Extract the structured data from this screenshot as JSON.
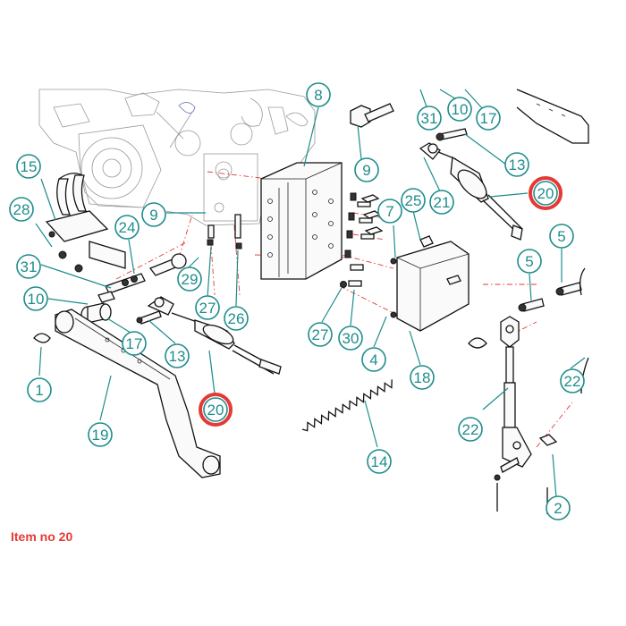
{
  "caption": "Item no 20",
  "highlight_color": "#e53935",
  "callout_color": "#1f8c8c",
  "callouts": [
    {
      "id": "c8",
      "label": "8",
      "highlight": false
    },
    {
      "id": "c31a",
      "label": "31",
      "highlight": false
    },
    {
      "id": "c10a",
      "label": "10",
      "highlight": false
    },
    {
      "id": "c17a",
      "label": "17",
      "highlight": false
    },
    {
      "id": "c15",
      "label": "15",
      "highlight": false
    },
    {
      "id": "c9a",
      "label": "9",
      "highlight": false
    },
    {
      "id": "c13a",
      "label": "13",
      "highlight": false
    },
    {
      "id": "c20a",
      "label": "20",
      "highlight": true
    },
    {
      "id": "c28",
      "label": "28",
      "highlight": false
    },
    {
      "id": "c9b",
      "label": "9",
      "highlight": false
    },
    {
      "id": "c24",
      "label": "24",
      "highlight": false
    },
    {
      "id": "c21",
      "label": "21",
      "highlight": false
    },
    {
      "id": "c25",
      "label": "25",
      "highlight": false
    },
    {
      "id": "c7",
      "label": "7",
      "highlight": false
    },
    {
      "id": "c5a",
      "label": "5",
      "highlight": false
    },
    {
      "id": "c5b",
      "label": "5",
      "highlight": false
    },
    {
      "id": "c31b",
      "label": "31",
      "highlight": false
    },
    {
      "id": "c29",
      "label": "29",
      "highlight": false
    },
    {
      "id": "c10b",
      "label": "10",
      "highlight": false
    },
    {
      "id": "c27a",
      "label": "27",
      "highlight": false
    },
    {
      "id": "c26",
      "label": "26",
      "highlight": false
    },
    {
      "id": "c17b",
      "label": "17",
      "highlight": false
    },
    {
      "id": "c13b",
      "label": "13",
      "highlight": false
    },
    {
      "id": "c27b",
      "label": "27",
      "highlight": false
    },
    {
      "id": "c30",
      "label": "30",
      "highlight": false
    },
    {
      "id": "c4",
      "label": "4",
      "highlight": false
    },
    {
      "id": "c18",
      "label": "18",
      "highlight": false
    },
    {
      "id": "c1",
      "label": "1",
      "highlight": false
    },
    {
      "id": "c22a",
      "label": "22",
      "highlight": false
    },
    {
      "id": "c20b",
      "label": "20",
      "highlight": true
    },
    {
      "id": "c19",
      "label": "19",
      "highlight": false
    },
    {
      "id": "c22b",
      "label": "22",
      "highlight": false
    },
    {
      "id": "c14",
      "label": "14",
      "highlight": false
    },
    {
      "id": "c2",
      "label": "2",
      "highlight": false
    }
  ]
}
